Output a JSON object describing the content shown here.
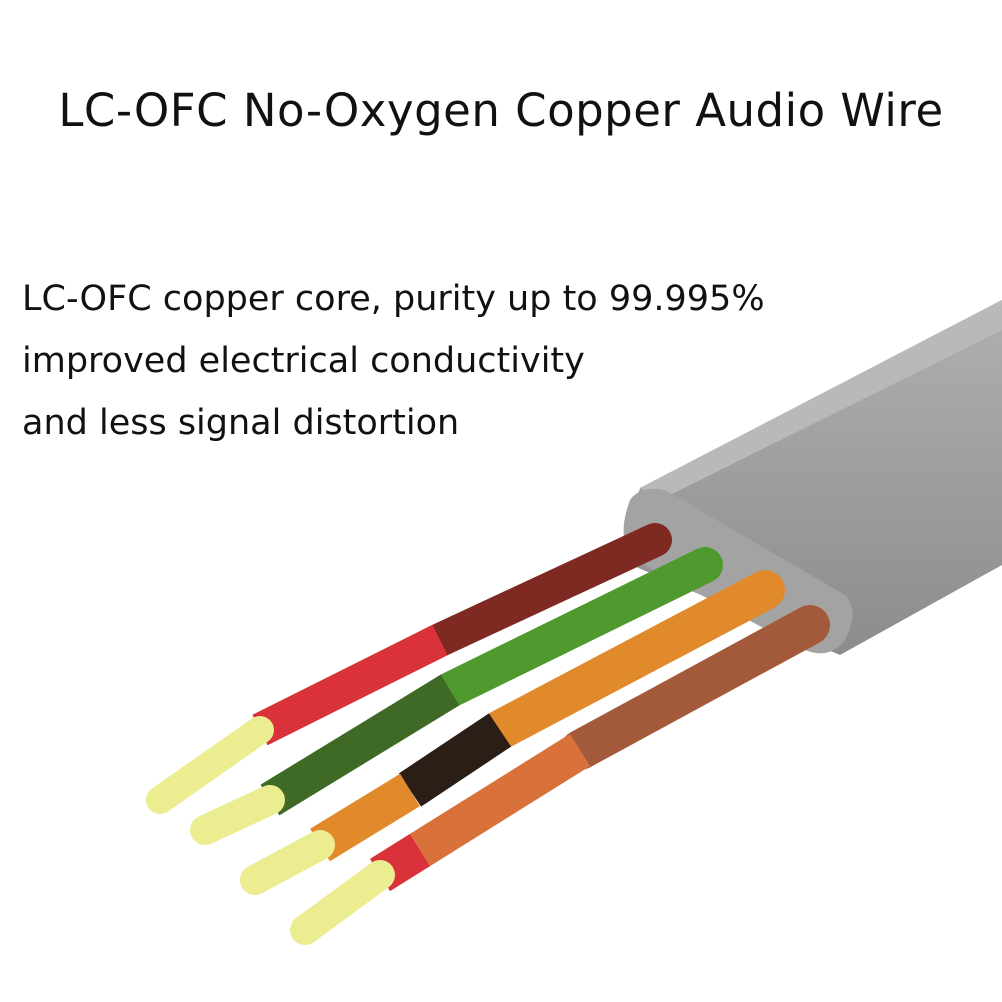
{
  "title": "LC-OFC No-Oxygen Copper Audio Wire",
  "description": [
    "LC-OFC copper core, purity up to 99.995%",
    "improved electrical conductivity",
    "and less signal distortion"
  ],
  "colors": {
    "jacket": "#9a9a9a",
    "wire_red": "#d9323a",
    "wire_green": "#4f9a2e",
    "wire_orange": "#e08a2c",
    "wire_brown": "#a35a3a",
    "core": "#ecec90"
  }
}
